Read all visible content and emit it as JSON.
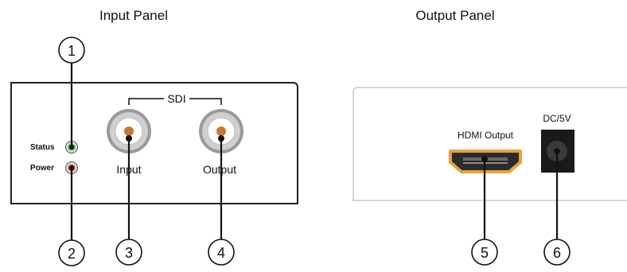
{
  "input_panel": {
    "title": "Input Panel",
    "sdi_label": "SDI",
    "status_label": "Status",
    "power_label": "Power",
    "input_label": "Input",
    "output_label": "Output",
    "colors": {
      "status_led": "#3bb54a",
      "power_led": "#e0492d",
      "bnc_pin": "#c8782e"
    }
  },
  "output_panel": {
    "title": "Output Panel",
    "hdmi_label": "HDMI Output",
    "dc_label": "DC/5V",
    "colors": {
      "hdmi_glow": "#e8a23a"
    }
  },
  "callouts": [
    "1",
    "2",
    "3",
    "4",
    "5",
    "6"
  ]
}
